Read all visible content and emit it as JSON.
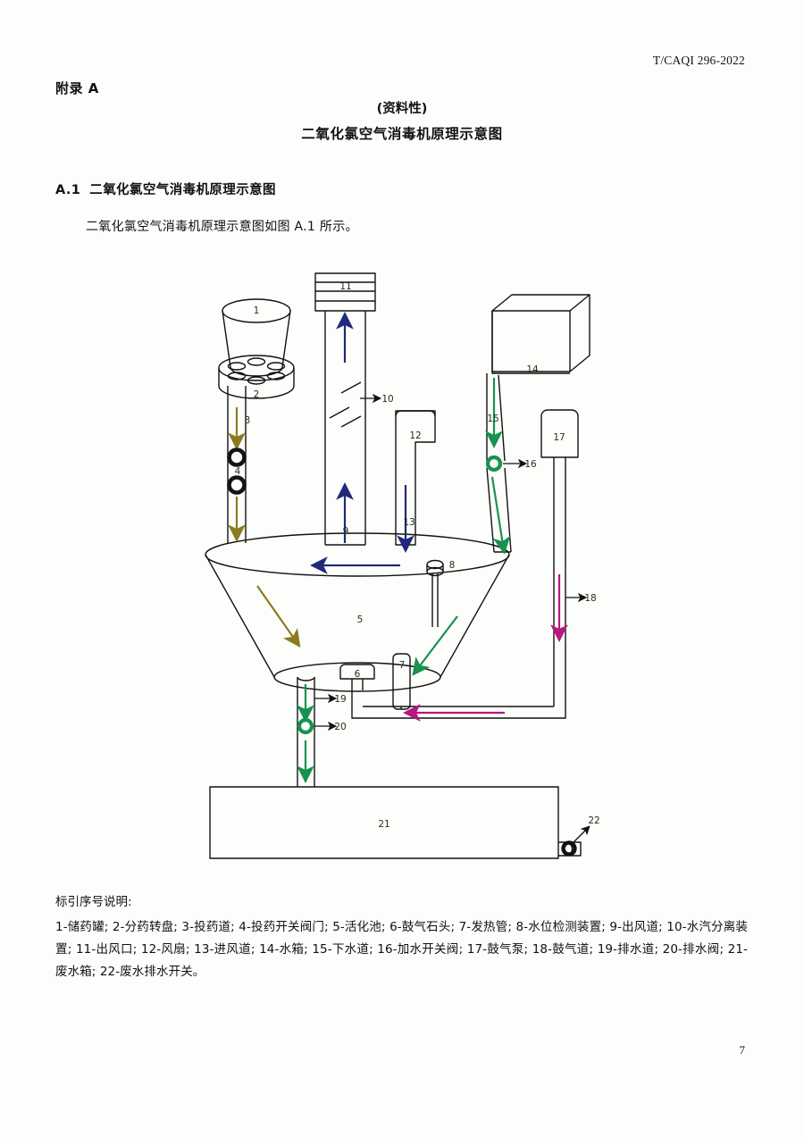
{
  "header": {
    "standard_code": "T/CAQI 296-2022",
    "annex_label": "附录 A",
    "annex_type": "(资料性)",
    "annex_title": "二氧化氯空气消毒机原理示意图"
  },
  "section": {
    "number": "A.1",
    "heading": "二氧化氯空气消毒机原理示意图",
    "paragraph": "二氧化氯空气消毒机原理示意图如图 A.1 所示。"
  },
  "legend": {
    "title": "标引序号说明:",
    "text": "1-储药罐; 2-分药转盘; 3-投药道; 4-投药开关阀门; 5-活化池; 6-鼓气石头; 7-发热管; 8-水位检测装置; 9-出风道; 10-水汽分离装置; 11-出风口; 12-风扇; 13-进风道; 14-水箱; 15-下水道; 16-加水开关阀; 17-鼓气泵; 18-鼓气道; 19-排水道; 20-排水阀; 21-废水箱; 22-废水排水开关。",
    "items": [
      {
        "number": "1",
        "name": "储药罐"
      },
      {
        "number": "2",
        "name": "分药转盘"
      },
      {
        "number": "3",
        "name": "投药道"
      },
      {
        "number": "4",
        "name": "投药开关阀门"
      },
      {
        "number": "5",
        "name": "活化池"
      },
      {
        "number": "6",
        "name": "鼓气石头"
      },
      {
        "number": "7",
        "name": "发热管"
      },
      {
        "number": "8",
        "name": "水位检测装置"
      },
      {
        "number": "9",
        "name": "出风道"
      },
      {
        "number": "10",
        "name": "水汽分离装置"
      },
      {
        "number": "11",
        "name": "出风口"
      },
      {
        "number": "12",
        "name": "风扇"
      },
      {
        "number": "13",
        "name": "进风道"
      },
      {
        "number": "14",
        "name": "水箱"
      },
      {
        "number": "15",
        "name": "下水道"
      },
      {
        "number": "16",
        "name": "加水开关阀"
      },
      {
        "number": "17",
        "name": "鼓气泵"
      },
      {
        "number": "18",
        "name": "鼓气道"
      },
      {
        "number": "19",
        "name": "排水道"
      },
      {
        "number": "20",
        "name": "排水阀"
      },
      {
        "number": "21",
        "name": "废水箱"
      },
      {
        "number": "22",
        "name": "废水排水开关"
      }
    ]
  },
  "figure": {
    "callouts": {
      "c1": "1",
      "c2": "2",
      "c3": "3",
      "c4": "4",
      "c5": "5",
      "c6": "6",
      "c7": "7",
      "c8": "8",
      "c9": "9",
      "c10": "10",
      "c11": "11",
      "c12": "12",
      "c13": "13",
      "c14": "14",
      "c15": "15",
      "c16": "16",
      "c17": "17",
      "c18": "18",
      "c19": "19",
      "c20": "20",
      "c21": "21",
      "c22": "22"
    },
    "colors": {
      "outline": "#111111",
      "flow_air": "#1f2a7a",
      "flow_chemical": "#8a7b1e",
      "flow_water": "#17924f",
      "flow_gas": "#b5197e",
      "valve_dark": "#141414"
    }
  },
  "footer": {
    "page_number": "7"
  }
}
